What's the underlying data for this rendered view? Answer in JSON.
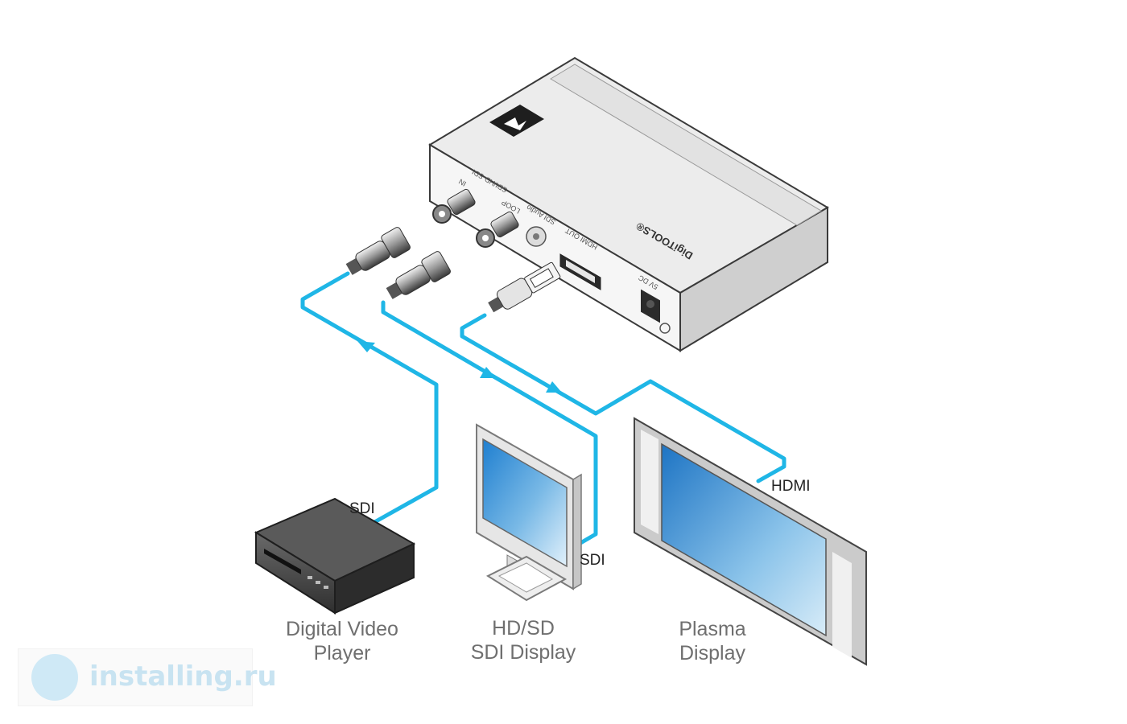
{
  "brand": {
    "name": "DigiTOOLS®"
  },
  "ports": {
    "sdi_group": "SDI/HD-SDI",
    "in": "IN",
    "loop": "LOOP",
    "sdi_audio": "SDI Audio",
    "hdmi_out": "HDMI OUT",
    "power": "5V DC"
  },
  "cables": {
    "sdi_in": "SDI",
    "sdi_loop": "SDI",
    "hdmi": "HDMI"
  },
  "devices": {
    "dvp_line1": "Digital Video",
    "dvp_line2": "Player",
    "sdi_line1": "HD/SD",
    "sdi_line2": "SDI Display",
    "plasma_line1": "Plasma",
    "plasma_line2": "Display"
  },
  "watermark": {
    "text": "installing.ru"
  },
  "colors": {
    "cable": "#1fb6e6",
    "device": "#e8e8e8",
    "screen": "#5aa6dd"
  }
}
